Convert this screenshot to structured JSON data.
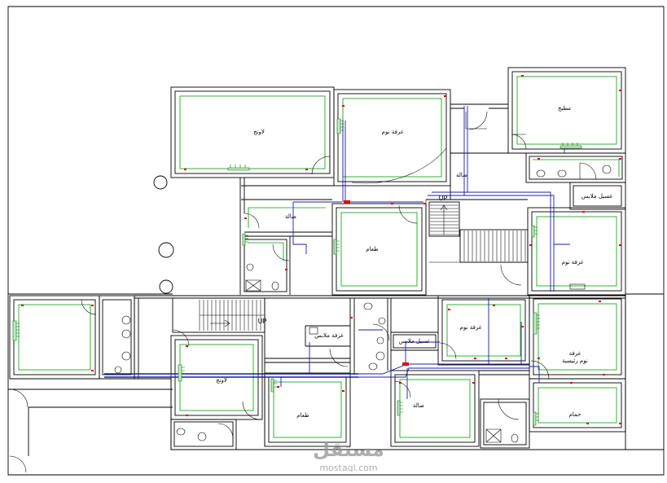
{
  "drawing": {
    "rooms": {
      "upper_lounge": "لاونج",
      "upper_bedroom": "غرفة نوم",
      "upper_kitchen": "مطبخ",
      "upper_hall": "صالة",
      "upper_hall_left": "صالة",
      "upper_center_room": "طعام",
      "upper_laundry": "غسيل ملابس",
      "upper_right_room": "غرفة نوم",
      "lower_lounge": "لاونج",
      "lower_center_room": "طعام",
      "lower_dressing": "غرفة ملابس",
      "lower_laundry": "غسيل ملابس",
      "lower_hall": "صالة",
      "lower_bedroom": "غرفة نوم",
      "lower_master_line1": "غرفة",
      "lower_master_line2": "نوم رئيسية",
      "lower_bath": "حمام"
    },
    "stairs": {
      "upper_up": "UP",
      "lower_up": "UP"
    }
  },
  "watermark": {
    "logo": "مستقل",
    "site": "mostaql.com"
  },
  "colors": {
    "wall": "#000000",
    "circuit": "#00a000",
    "wiring": "#1c1ca8",
    "marker": "#e00000",
    "watermark": "#9a9a9a"
  }
}
